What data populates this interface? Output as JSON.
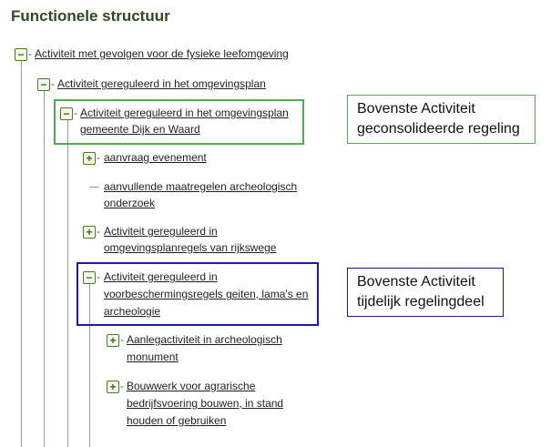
{
  "page": {
    "title": "Functionele structuur"
  },
  "tree": {
    "toggle_collapse_symbol": "−",
    "toggle_expand_symbol": "+",
    "nodes": [
      {
        "label_lines": [
          "Activiteit met gevolgen voor de fysieke leefomgeving"
        ],
        "state": "collapse"
      },
      {
        "label_lines": [
          "Activiteit gereguleerd in het omgevingsplan"
        ],
        "state": "collapse"
      },
      {
        "label_lines": [
          "Activiteit gereguleerd in het omgevingsplan",
          "gemeente Dijk en Waard"
        ],
        "state": "collapse"
      },
      {
        "label_lines": [
          "aanvraag evenement"
        ],
        "state": "expand"
      },
      {
        "label_lines": [
          "aanvullende maatregelen archeologisch",
          "onderzoek"
        ],
        "state": "leaf"
      },
      {
        "label_lines": [
          "Activiteit gereguleerd in",
          "omgevingsplanregels van rijkswege"
        ],
        "state": "expand"
      },
      {
        "label_lines": [
          "Activiteit gereguleerd in",
          "voorbeschermingsregels geiten, lama's en",
          "archeologie"
        ],
        "state": "collapse"
      },
      {
        "label_lines": [
          "Aanlegactiviteit in archeologisch",
          "monument"
        ],
        "state": "expand"
      },
      {
        "label_lines": [
          "Bouwwerk voor agrarische",
          "bedrijfsvoering bouwen, in stand",
          "houden of gebruiken"
        ],
        "state": "expand"
      }
    ]
  },
  "callouts": {
    "green": {
      "lines": [
        "Bovenste Activiteit",
        "geconsolideerde regeling"
      ],
      "color": "#4caf50"
    },
    "blue": {
      "lines": [
        "Bovenste Activiteit",
        "tijdelijk regelingdeel"
      ],
      "color": "#1a1aa8"
    }
  }
}
